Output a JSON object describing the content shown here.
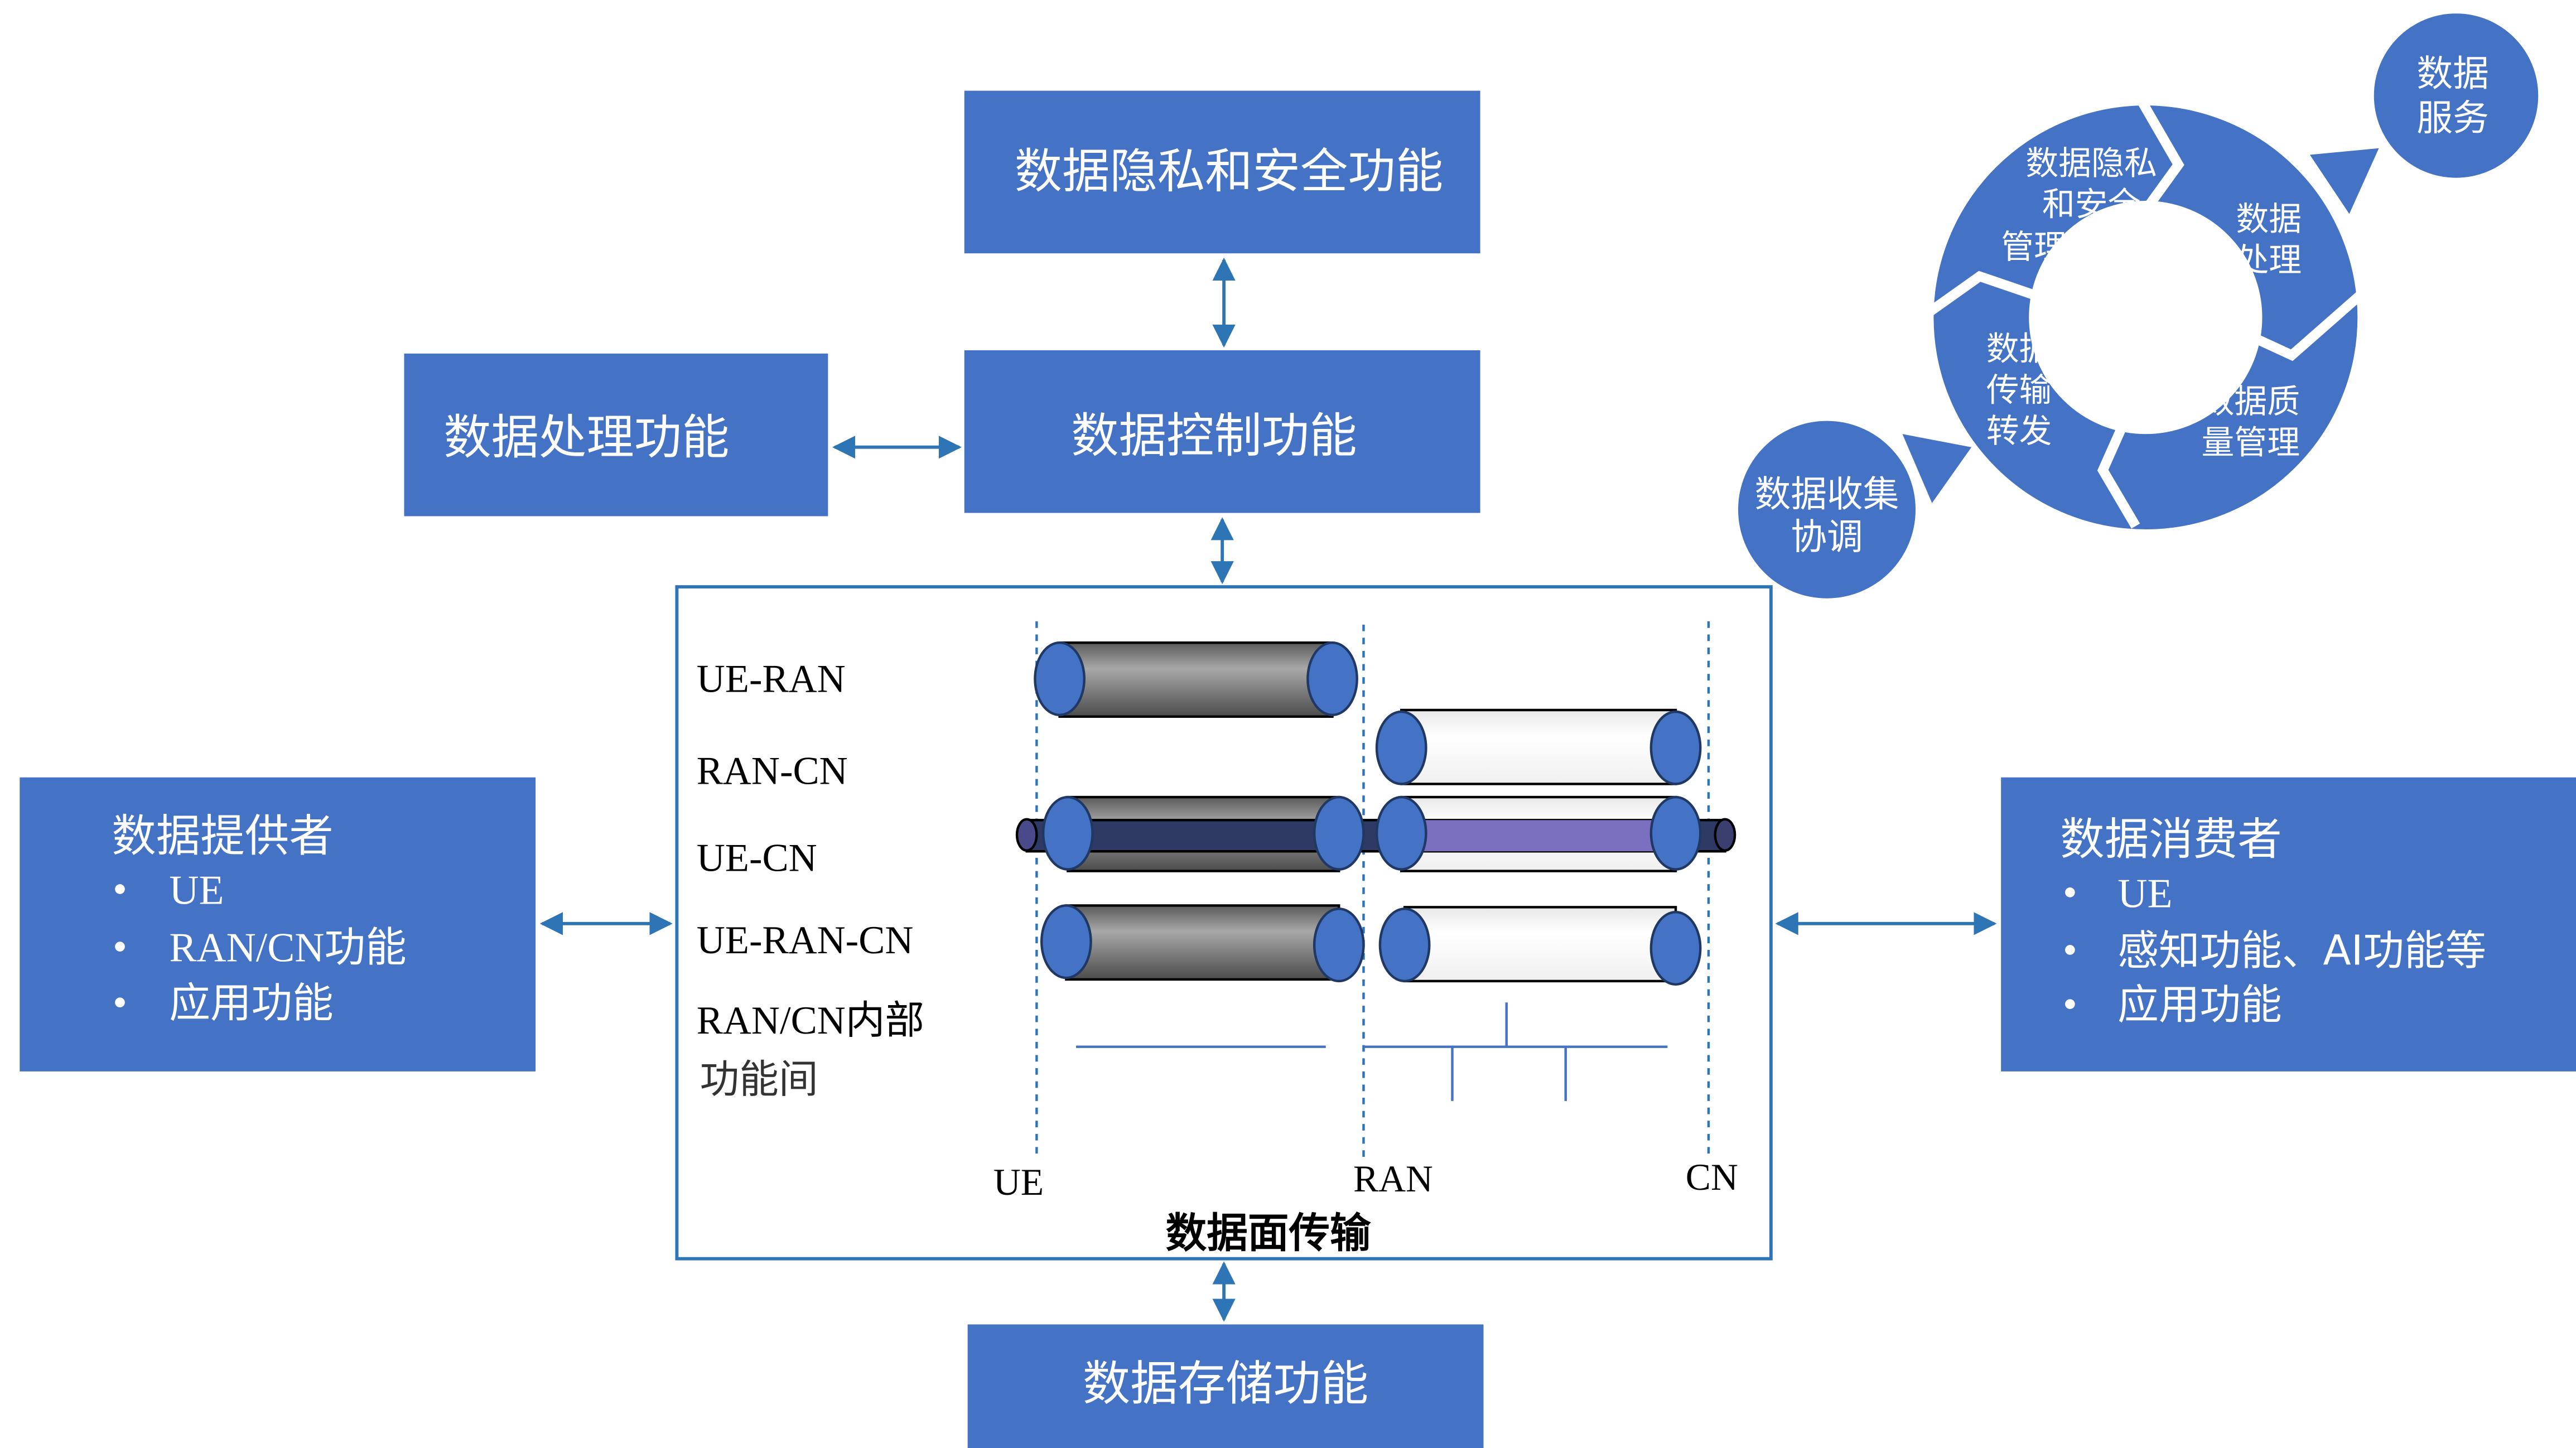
{
  "boxes": {
    "privacy": "数据隐私和安全功能",
    "control": "数据控制功能",
    "processing": "数据处理功能",
    "storage": "数据存储功能"
  },
  "provider": {
    "title": "数据提供者",
    "items": [
      "UE",
      "RAN/CN功能",
      "应用功能"
    ]
  },
  "consumer": {
    "title": "数据消费者",
    "items": [
      "UE",
      "感知功能、AI功能等",
      "应用功能"
    ]
  },
  "dataplane": {
    "rows": [
      "UE-RAN",
      "RAN-CN",
      "UE-CN",
      "UE-RAN-CN"
    ],
    "internal_line1": "RAN/CN内部",
    "internal_line2": "功能间",
    "nodes": [
      "UE",
      "RAN",
      "CN"
    ],
    "caption": "数据面传输"
  },
  "cycle": {
    "service_line1": "数据",
    "service_line2": "服务",
    "collect_line1": "数据收集",
    "collect_line2": "协调",
    "privacy_lines": [
      "数据隐私",
      "和安全",
      "管理"
    ],
    "processing_lines": [
      "数据",
      "处理"
    ],
    "quality_lines": [
      "数据质",
      "量管理"
    ],
    "transport_lines": [
      "数据",
      "传输",
      "转发"
    ]
  },
  "colors": {
    "box_blue": "#4472C4",
    "border_blue": "#2E75B6",
    "dark_navy": "#2E3A63",
    "purple": "#7B6FC0",
    "gray": "#808080"
  }
}
